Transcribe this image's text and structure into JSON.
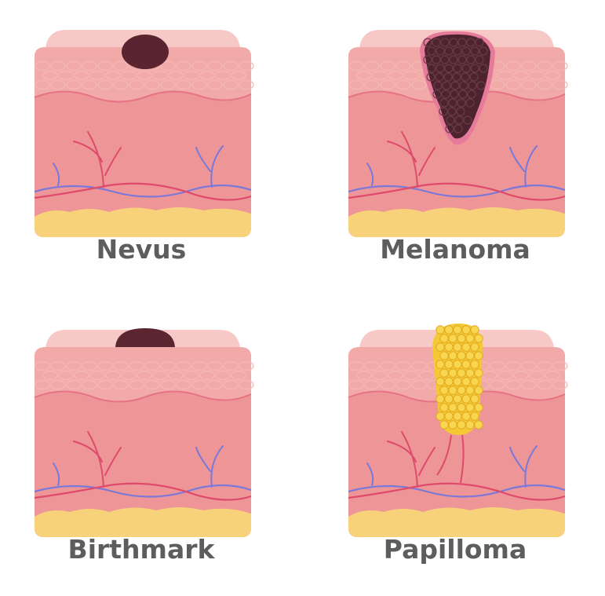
{
  "panels": [
    {
      "label": "Nevus",
      "lesion": "nevus",
      "lesion_color": "#5a2430"
    },
    {
      "label": "Melanoma",
      "lesion": "melanoma",
      "lesion_color": "#4d2330"
    },
    {
      "label": "Birthmark",
      "lesion": "birthmark",
      "lesion_color": "#5b2630"
    },
    {
      "label": "Papilloma",
      "lesion": "papilloma",
      "lesion_color": "#f5c834"
    }
  ],
  "colors": {
    "skin_top": "#f7c9c6",
    "skin_epidermis": "#f2aaa9",
    "skin_dermis": "#ee9597",
    "cell_stroke": "#f4b8b5",
    "fat": "#f8d27a",
    "vein": "#7a78d8",
    "artery": "#de4a6b",
    "label_text": "#5d5d5d"
  }
}
